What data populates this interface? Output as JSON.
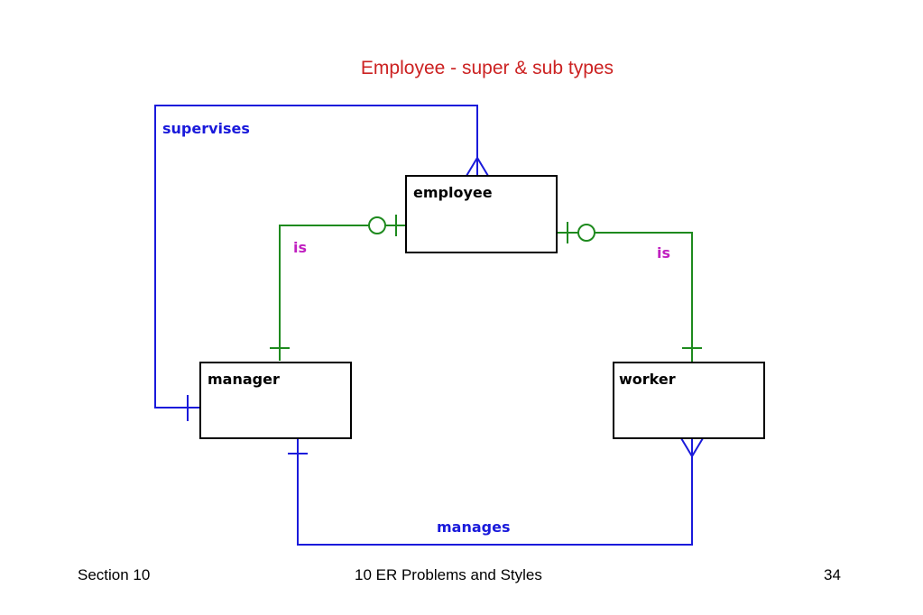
{
  "title": "Employee - super & sub types",
  "entities": {
    "employee": "employee",
    "manager": "manager",
    "worker": "worker"
  },
  "relationships": {
    "supervises": "supervises",
    "is_left": "is",
    "is_right": "is",
    "manages": "manages"
  },
  "footer": {
    "left": "Section 10",
    "center": "10  ER Problems and Styles",
    "right": "34"
  },
  "colors": {
    "title": "#cc2222",
    "blue_line": "#1a1adb",
    "green_line": "#1e8a1e",
    "is_label": "#c020c0",
    "entity_border": "#000000"
  }
}
